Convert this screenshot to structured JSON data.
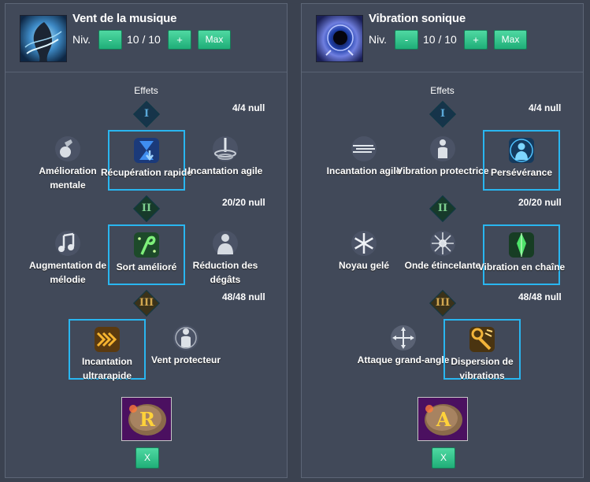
{
  "panels": [
    {
      "title": "Vent de la musique",
      "niv_label": "Niv.",
      "minus_label": "-",
      "level": "10 / 10",
      "plus_label": "+",
      "max_label": "Max",
      "effects_label": "Effets",
      "tier_counts": [
        "4/4 null",
        "20/20 null",
        "48/48 null"
      ],
      "tier_numerals": [
        "I",
        "II",
        "III"
      ],
      "skills": [
        "Amélioration mentale",
        "Récupération rapide",
        "Incantation agile",
        "Augmentation de mélodie",
        "Sort amélioré",
        "Réduction des dégâts",
        "Incantation ultrarapide",
        "Vent protecteur"
      ],
      "rune_glyph": "R",
      "close_label": "X"
    },
    {
      "title": "Vibration sonique",
      "niv_label": "Niv.",
      "minus_label": "-",
      "level": "10 / 10",
      "plus_label": "+",
      "max_label": "Max",
      "effects_label": "Effets",
      "tier_counts": [
        "4/4 null",
        "20/20 null",
        "48/48 null"
      ],
      "tier_numerals": [
        "I",
        "II",
        "III"
      ],
      "skills": [
        "Incantation agile",
        "Vibration protectrice",
        "Persévérance",
        "Noyau gelé",
        "Onde étincelante",
        "Vibration en chaîne",
        "Attaque grand-angle",
        "Dispersion de vibrations"
      ],
      "rune_glyph": "A",
      "close_label": "X"
    }
  ],
  "colors": {
    "background": "#3b4250",
    "panel": "#414959",
    "accent_green": "#2bc48d",
    "selection_blue": "#29b6f0"
  }
}
